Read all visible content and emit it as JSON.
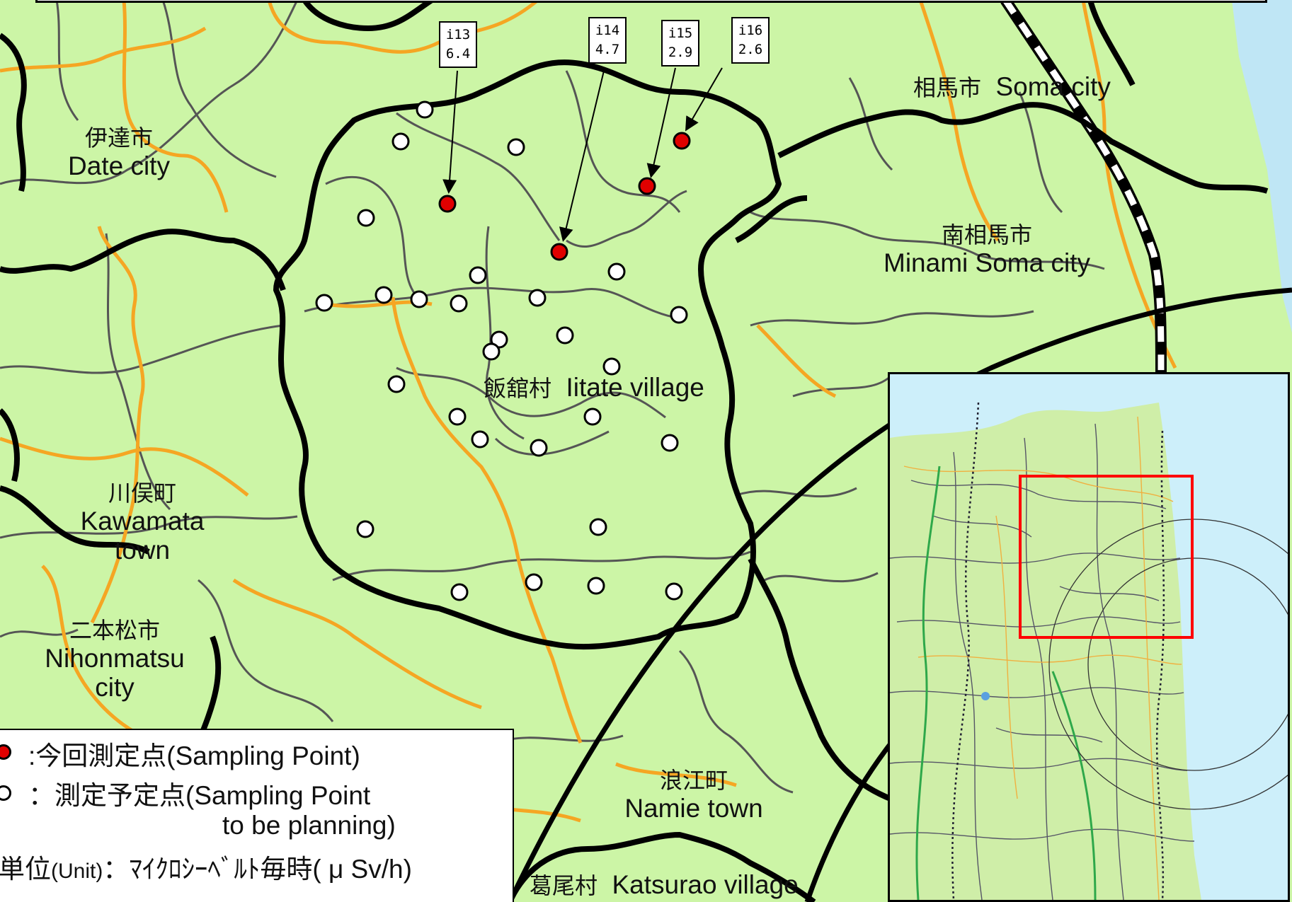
{
  "cities": {
    "soma": {
      "jp": "相馬市",
      "en": "Soma city"
    },
    "date": {
      "jp": "伊達市",
      "en": "Date city"
    },
    "minami_soma": {
      "jp": "南相馬市",
      "en": "Minami Soma city"
    },
    "iitate": {
      "jp": "飯舘村",
      "en": "Iitate village"
    },
    "kawamata": {
      "jp": "川俣町",
      "en": "Kawamata",
      "en2": "town"
    },
    "nihonmatsu": {
      "jp": "二本松市",
      "en": "Nihonmatsu",
      "en2": "city"
    },
    "namie": {
      "jp": "浪江町",
      "en": "Namie town"
    },
    "katsurao": {
      "jp": "葛尾村",
      "en": "Katsurao village"
    }
  },
  "callouts": [
    {
      "id": "i13",
      "value": "6.4"
    },
    {
      "id": "i14",
      "value": "4.7"
    },
    {
      "id": "i15",
      "value": "2.9"
    },
    {
      "id": "i16",
      "value": "2.6"
    }
  ],
  "legend": {
    "sampled": ":今回測定点(Sampling Point)",
    "planned_1": "：測定予定点(Sampling Point",
    "planned_2": "to be planning)",
    "unit_jp": "単位",
    "unit_en": "(Unit)",
    "unit_jp2": "：ﾏｲｸﾛｼｰﾍﾞﾙﾄ毎時",
    "unit_sym": "( μ Sv/h)"
  },
  "colors": {
    "land": "#ccf5a6",
    "sea": "#c8ecf8",
    "road": "#f5a623",
    "sampled_point": "#e00000",
    "planned_point": "#ffffff",
    "inset_frame": "#ff0000"
  }
}
